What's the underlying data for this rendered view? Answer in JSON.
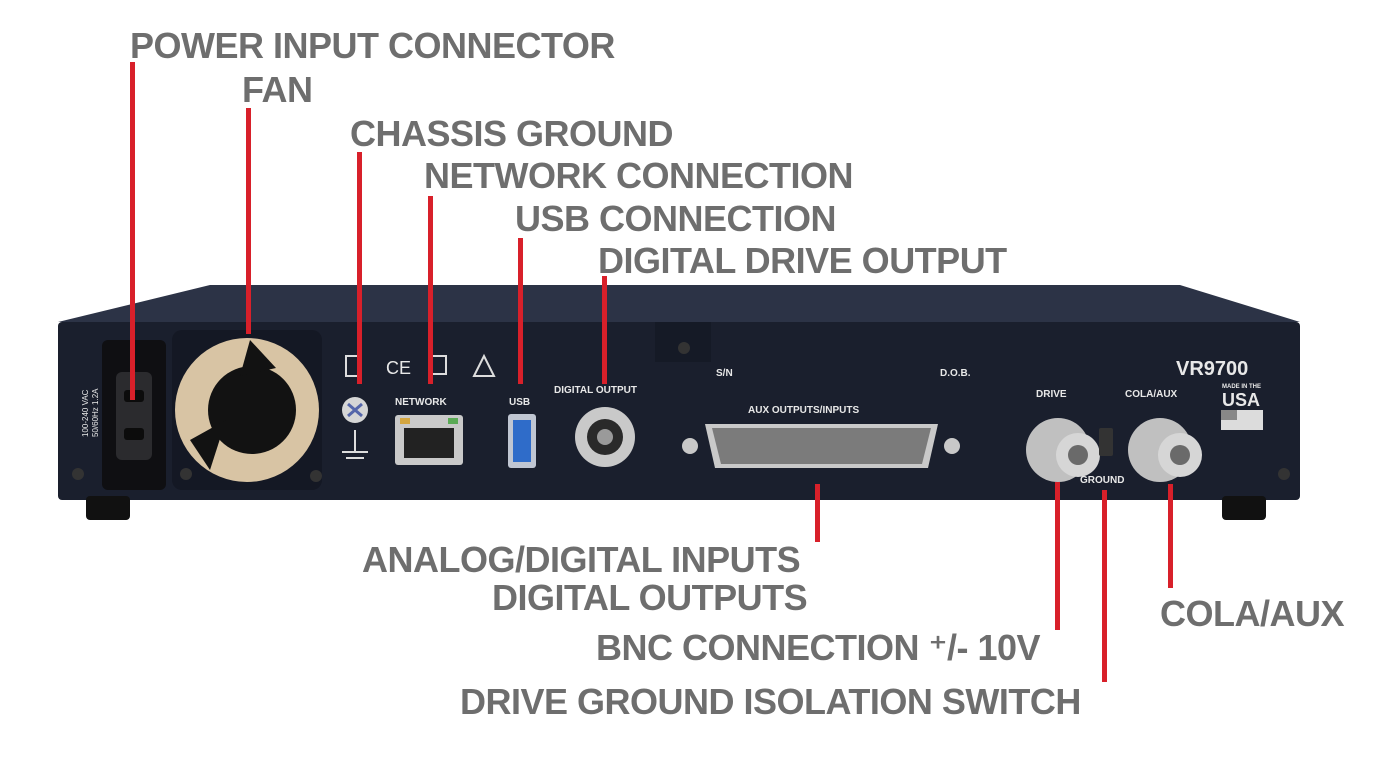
{
  "callouts": {
    "power_input": "POWER INPUT CONNECTOR",
    "fan": "FAN",
    "chassis_ground": "CHASSIS GROUND",
    "network_connection": "NETWORK CONNECTION",
    "usb_connection": "USB CONNECTION",
    "digital_drive_output": "DIGITAL DRIVE OUTPUT",
    "analog_digital_inputs": "ANALOG/DIGITAL INPUTS",
    "digital_outputs": "DIGITAL OUTPUTS",
    "bnc_connection": "BNC CONNECTION ⁺/- 10V",
    "drive_ground_switch": "DRIVE GROUND ISOLATION SWITCH",
    "cola_aux": "COLA/AUX"
  },
  "panel": {
    "model": "VR9700",
    "power_rating_line1": "100-240 VAC",
    "power_rating_line2": "50/60Hz 1.2A",
    "network_label": "NETWORK",
    "usb_label": "USB",
    "digital_output_label": "DIGITAL OUTPUT",
    "sn_label": "S/N",
    "dob_label": "D.O.B.",
    "aux_label": "AUX OUTPUTS/INPUTS",
    "drive_label": "DRIVE",
    "cola_aux_label": "COLA/AUX",
    "ground_label": "GROUND",
    "made_in_line1": "MADE IN THE",
    "made_in_line2": "USA",
    "ce_mark": "CE"
  },
  "colors": {
    "leader": "#d8202a",
    "callout_text": "#6e6e6e",
    "chassis": "#1d2233"
  }
}
